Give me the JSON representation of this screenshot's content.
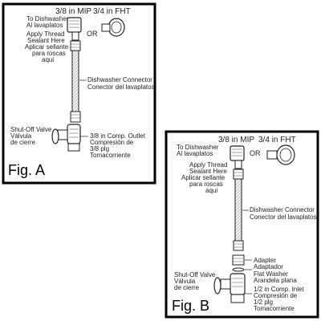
{
  "fig_a": {
    "label": "Fig. A",
    "sizes": {
      "mip": "3/8 in MIP",
      "fht": "3/4 in FHT",
      "or": "OR"
    },
    "to_dishwasher": [
      "To Dishwasher",
      "Al lavaplatos"
    ],
    "thread_sealant": [
      "Apply Thread",
      "Sealant Here",
      "Aplicar sellante",
      "para roscas",
      "aqui"
    ],
    "connector": [
      "Dishwasher Connector",
      "Conector del lavaplatos"
    ],
    "shutoff": [
      "Shut-Off Valve",
      "Válvula",
      "de cierre"
    ],
    "outlet": [
      "3/8 in Comp. Outlet",
      "Compresión de",
      "3/8 plg",
      "Tomacorriente"
    ]
  },
  "fig_b": {
    "label": "Fig. B",
    "sizes": {
      "mip": "3/8 in MIP",
      "fht": "3/4 in FHT",
      "or": "OR"
    },
    "to_dishwasher": [
      "To Dishwasher",
      "Al lavaplatos"
    ],
    "thread_sealant": [
      "Apply Thread",
      "Sealant Here",
      "Aplicar sellante",
      "para roscas",
      "aqui"
    ],
    "connector": [
      "Dishwasher Connector",
      "Conector del lavaplatos"
    ],
    "adapter": [
      "Adapter",
      "Adaptador"
    ],
    "washer": [
      "Flat Washer",
      "Arandela plana"
    ],
    "shutoff": [
      "Shut-Off Valve",
      "Válvula",
      "de cierre"
    ],
    "inlet": [
      "1/2 in Comp. Inlet",
      "Compresión de",
      "1/2 plg",
      "Tomacorriente"
    ]
  }
}
